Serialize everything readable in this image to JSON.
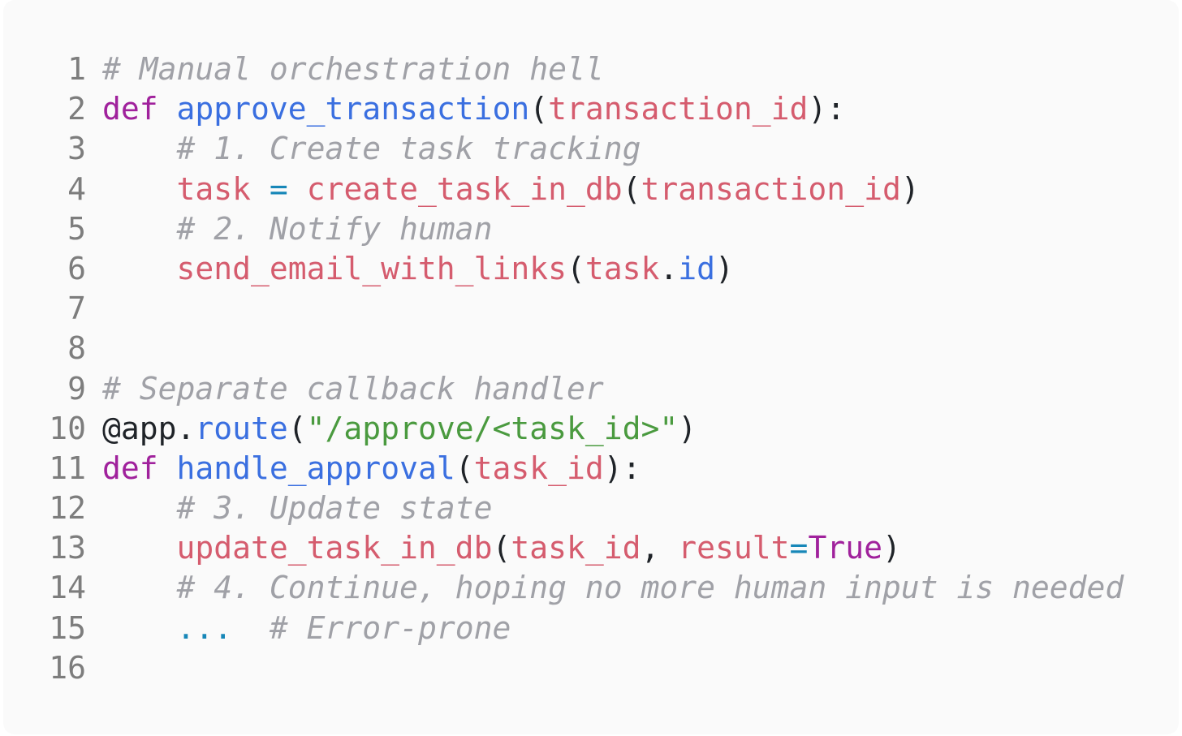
{
  "editor": {
    "lines": [
      {
        "num": "1",
        "tokens": [
          {
            "t": "# Manual orchestration hell",
            "c": "cm"
          }
        ]
      },
      {
        "num": "2",
        "tokens": [
          {
            "t": "def",
            "c": "kw"
          },
          {
            "t": " ",
            "c": "pl"
          },
          {
            "t": "approve_transaction",
            "c": "fn"
          },
          {
            "t": "(",
            "c": "pl"
          },
          {
            "t": "transaction_id",
            "c": "var"
          },
          {
            "t": "):",
            "c": "pl"
          }
        ]
      },
      {
        "num": "3",
        "tokens": [
          {
            "t": "    ",
            "c": "pl"
          },
          {
            "t": "# 1. Create task tracking",
            "c": "cm"
          }
        ]
      },
      {
        "num": "4",
        "tokens": [
          {
            "t": "    ",
            "c": "pl"
          },
          {
            "t": "task",
            "c": "var"
          },
          {
            "t": " ",
            "c": "pl"
          },
          {
            "t": "=",
            "c": "op"
          },
          {
            "t": " ",
            "c": "pl"
          },
          {
            "t": "create_task_in_db",
            "c": "var"
          },
          {
            "t": "(",
            "c": "pl"
          },
          {
            "t": "transaction_id",
            "c": "var"
          },
          {
            "t": ")",
            "c": "pl"
          }
        ]
      },
      {
        "num": "5",
        "tokens": [
          {
            "t": "    ",
            "c": "pl"
          },
          {
            "t": "# 2. Notify human",
            "c": "cm"
          }
        ]
      },
      {
        "num": "6",
        "tokens": [
          {
            "t": "    ",
            "c": "pl"
          },
          {
            "t": "send_email_with_links",
            "c": "var"
          },
          {
            "t": "(",
            "c": "pl"
          },
          {
            "t": "task",
            "c": "var"
          },
          {
            "t": ".",
            "c": "pl"
          },
          {
            "t": "id",
            "c": "fn"
          },
          {
            "t": ")",
            "c": "pl"
          }
        ]
      },
      {
        "num": "7",
        "tokens": []
      },
      {
        "num": "8",
        "tokens": []
      },
      {
        "num": "9",
        "tokens": [
          {
            "t": "# Separate callback handler",
            "c": "cm"
          }
        ]
      },
      {
        "num": "10",
        "tokens": [
          {
            "t": "@app.",
            "c": "pl"
          },
          {
            "t": "route",
            "c": "fn"
          },
          {
            "t": "(",
            "c": "pl"
          },
          {
            "t": "\"/approve/<task_id>\"",
            "c": "str"
          },
          {
            "t": ")",
            "c": "pl"
          }
        ]
      },
      {
        "num": "11",
        "tokens": [
          {
            "t": "def",
            "c": "kw"
          },
          {
            "t": " ",
            "c": "pl"
          },
          {
            "t": "handle_approval",
            "c": "fn"
          },
          {
            "t": "(",
            "c": "pl"
          },
          {
            "t": "task_id",
            "c": "var"
          },
          {
            "t": "):",
            "c": "pl"
          }
        ]
      },
      {
        "num": "12",
        "tokens": [
          {
            "t": "    ",
            "c": "pl"
          },
          {
            "t": "# 3. Update state",
            "c": "cm"
          }
        ]
      },
      {
        "num": "13",
        "tokens": [
          {
            "t": "    ",
            "c": "pl"
          },
          {
            "t": "update_task_in_db",
            "c": "var"
          },
          {
            "t": "(",
            "c": "pl"
          },
          {
            "t": "task_id",
            "c": "var"
          },
          {
            "t": ", ",
            "c": "pl"
          },
          {
            "t": "result",
            "c": "var"
          },
          {
            "t": "=",
            "c": "op"
          },
          {
            "t": "True",
            "c": "kw"
          },
          {
            "t": ")",
            "c": "pl"
          }
        ]
      },
      {
        "num": "14",
        "tokens": [
          {
            "t": "    ",
            "c": "pl"
          },
          {
            "t": "# 4. Continue, hoping no more human input is needed",
            "c": "cm"
          }
        ]
      },
      {
        "num": "15",
        "tokens": [
          {
            "t": "    ",
            "c": "pl"
          },
          {
            "t": "...",
            "c": "op"
          },
          {
            "t": "  ",
            "c": "pl"
          },
          {
            "t": "# Error-prone",
            "c": "cm"
          }
        ]
      },
      {
        "num": "16",
        "tokens": []
      }
    ]
  },
  "colors": {
    "background": "#fafafa",
    "keyword": "#a0219c",
    "function": "#3a6fe0",
    "variable": "#d55c6e",
    "comment": "#a0a1a7",
    "string": "#4a9a3f",
    "operator": "#1787b8",
    "line_number": "#7d7d7d"
  }
}
